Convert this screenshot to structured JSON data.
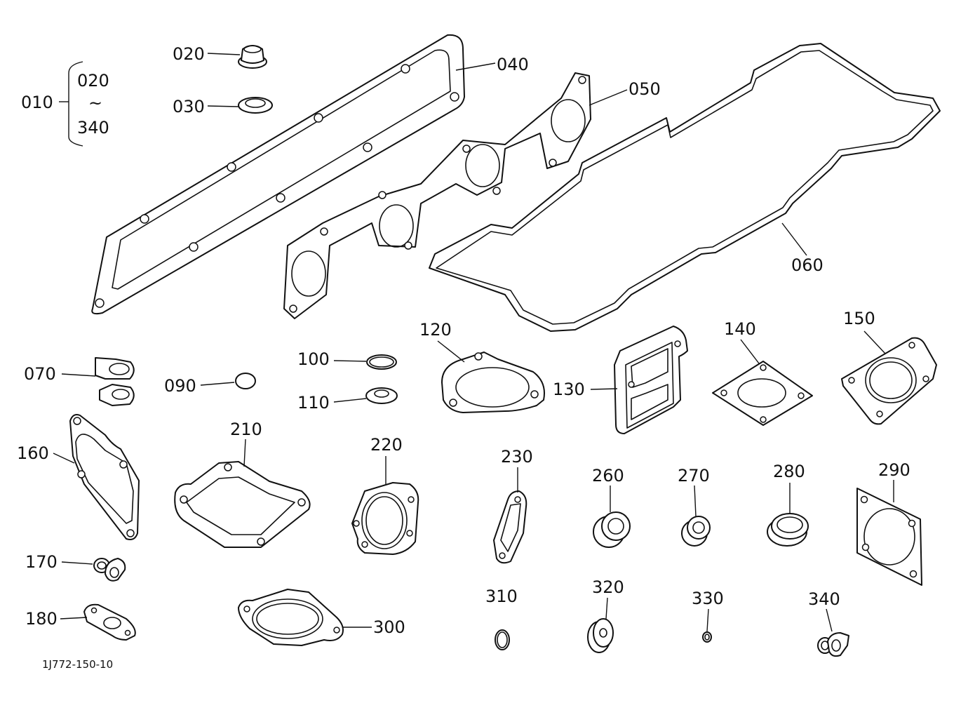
{
  "labels": {
    "l010": "010",
    "l010_from": "020",
    "l010_tilde": "~",
    "l010_to": "340",
    "l020": "020",
    "l030": "030",
    "l040": "040",
    "l050": "050",
    "l060": "060",
    "l070": "070",
    "l090": "090",
    "l100": "100",
    "l110": "110",
    "l120": "120",
    "l130": "130",
    "l140": "140",
    "l150": "150",
    "l160": "160",
    "l170": "170",
    "l180": "180",
    "l210": "210",
    "l220": "220",
    "l230": "230",
    "l260": "260",
    "l270": "270",
    "l280": "280",
    "l290": "290",
    "l300": "300",
    "l310": "310",
    "l320": "320",
    "l330": "330",
    "l340": "340"
  },
  "figure_code": "1J772-150-10"
}
